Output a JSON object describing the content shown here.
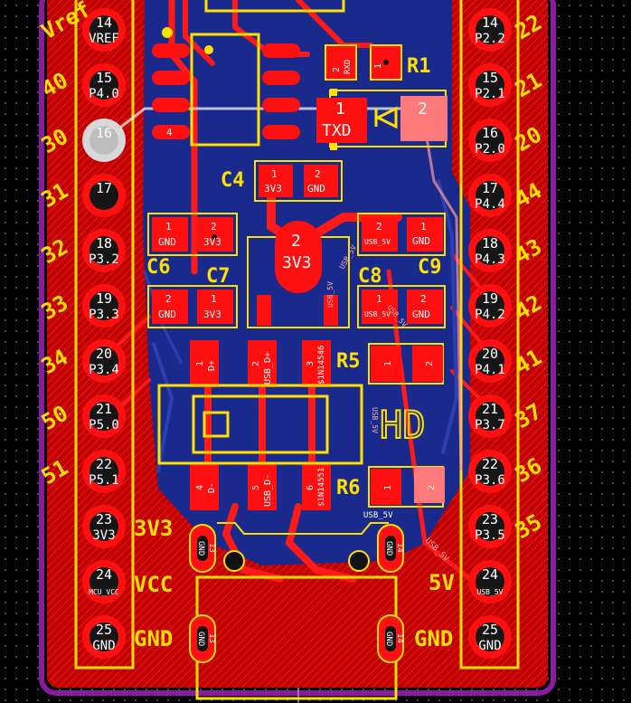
{
  "left_header": [
    {
      "num": "14",
      "net": "VREF"
    },
    {
      "num": "15",
      "net": "P4.0"
    },
    {
      "num": "16",
      "net": ""
    },
    {
      "num": "17",
      "net": ""
    },
    {
      "num": "18",
      "net": "P3.2"
    },
    {
      "num": "19",
      "net": "P3.3"
    },
    {
      "num": "20",
      "net": "P3.4"
    },
    {
      "num": "21",
      "net": "P5.0"
    },
    {
      "num": "22",
      "net": "P5.1"
    },
    {
      "num": "23",
      "net": "3V3"
    },
    {
      "num": "24",
      "net": "MCU_VCC"
    },
    {
      "num": "25",
      "net": "GND"
    }
  ],
  "right_header": [
    {
      "num": "14",
      "net": "P2.2"
    },
    {
      "num": "15",
      "net": "P2.1"
    },
    {
      "num": "16",
      "net": "P2.0"
    },
    {
      "num": "17",
      "net": "P4.4"
    },
    {
      "num": "18",
      "net": "P4.3"
    },
    {
      "num": "19",
      "net": "P4.2"
    },
    {
      "num": "20",
      "net": "P4.1"
    },
    {
      "num": "21",
      "net": "P3.7"
    },
    {
      "num": "22",
      "net": "P3.6"
    },
    {
      "num": "23",
      "net": "P3.5"
    },
    {
      "num": "24",
      "net": "USB_5V"
    },
    {
      "num": "25",
      "net": "GND"
    }
  ],
  "left_silk": [
    "Vref",
    "40",
    "30",
    "31",
    "32",
    "33",
    "34",
    "50",
    "51"
  ],
  "left_silk_labels": {
    "v3v3": "3V3",
    "vcc": "VCC",
    "gnd": "GND"
  },
  "right_silk": [
    "22",
    "21",
    "20",
    "44",
    "43",
    "42",
    "41",
    "37",
    "36",
    "35"
  ],
  "right_silk_labels": {
    "v5": "5V",
    "gnd": "GND"
  },
  "refdes": {
    "r1": "R1",
    "c4": "C4",
    "c6": "C6",
    "c7": "C7",
    "c8": "C8",
    "c9": "C9",
    "r5": "R5",
    "r6": "R6",
    "hd": "HD"
  },
  "pads": {
    "ic_pin4": "4",
    "r1_p2": "2",
    "r1_p2_net": "RXD",
    "r1_p1": "1",
    "led_p1": "1",
    "led_p1_net": "TXD",
    "led_p2": "2",
    "c4_p1": "1",
    "c4_p1_net": "3V3",
    "c4_p2": "2",
    "c4_p2_net": "GND",
    "c6_p1": "1",
    "c6_p1_net": "GND",
    "c6_p2": "2",
    "c6_p2_net": "3V3",
    "c7_p2": "2",
    "c7_p2_net": "GND",
    "c7_p1": "1",
    "c7_p1_net": "3V3",
    "reg_p2": "2",
    "reg_p2_net": "3V3",
    "c8_p2": "2",
    "c8_p2_net": "USB_5V",
    "c8_p1": "1",
    "c8_p1_net": "USB_5V",
    "c9_p1": "1",
    "c9_p1_net": "GND",
    "c9_p2": "2",
    "c9_p2_net": "GND",
    "sw_p1": "1",
    "sw_p1_net": "D+",
    "sw_p2": "2",
    "sw_p2_net": "USB_D+",
    "sw_p3": "3",
    "sw_p3_net": "$1N14546",
    "sw_p4": "4",
    "sw_p4_net": "D-",
    "sw_p5": "5",
    "sw_p5_net": "USB_D-",
    "sw_p6": "6",
    "sw_p6_net": "$1N14551",
    "r5_p1": "1",
    "r5_p2": "2",
    "r6_p1": "1",
    "r6_p1_net": "USB_5V",
    "r6_p2": "2",
    "usb_13": "13",
    "usb_14": "14",
    "usb_gnd": "GND"
  },
  "trace_nets": {
    "a": "USB_5V",
    "b": "USB_5V",
    "c": "USB_5V",
    "d": "USB_5V",
    "e": "USB_5V"
  },
  "colors": {
    "board": "#d40000",
    "copper_bottom": "#1a2a8c",
    "pad": "#ff1010",
    "silk": "#ffe000",
    "outline": "#8a1aa0",
    "highlight": "#ff8080"
  }
}
